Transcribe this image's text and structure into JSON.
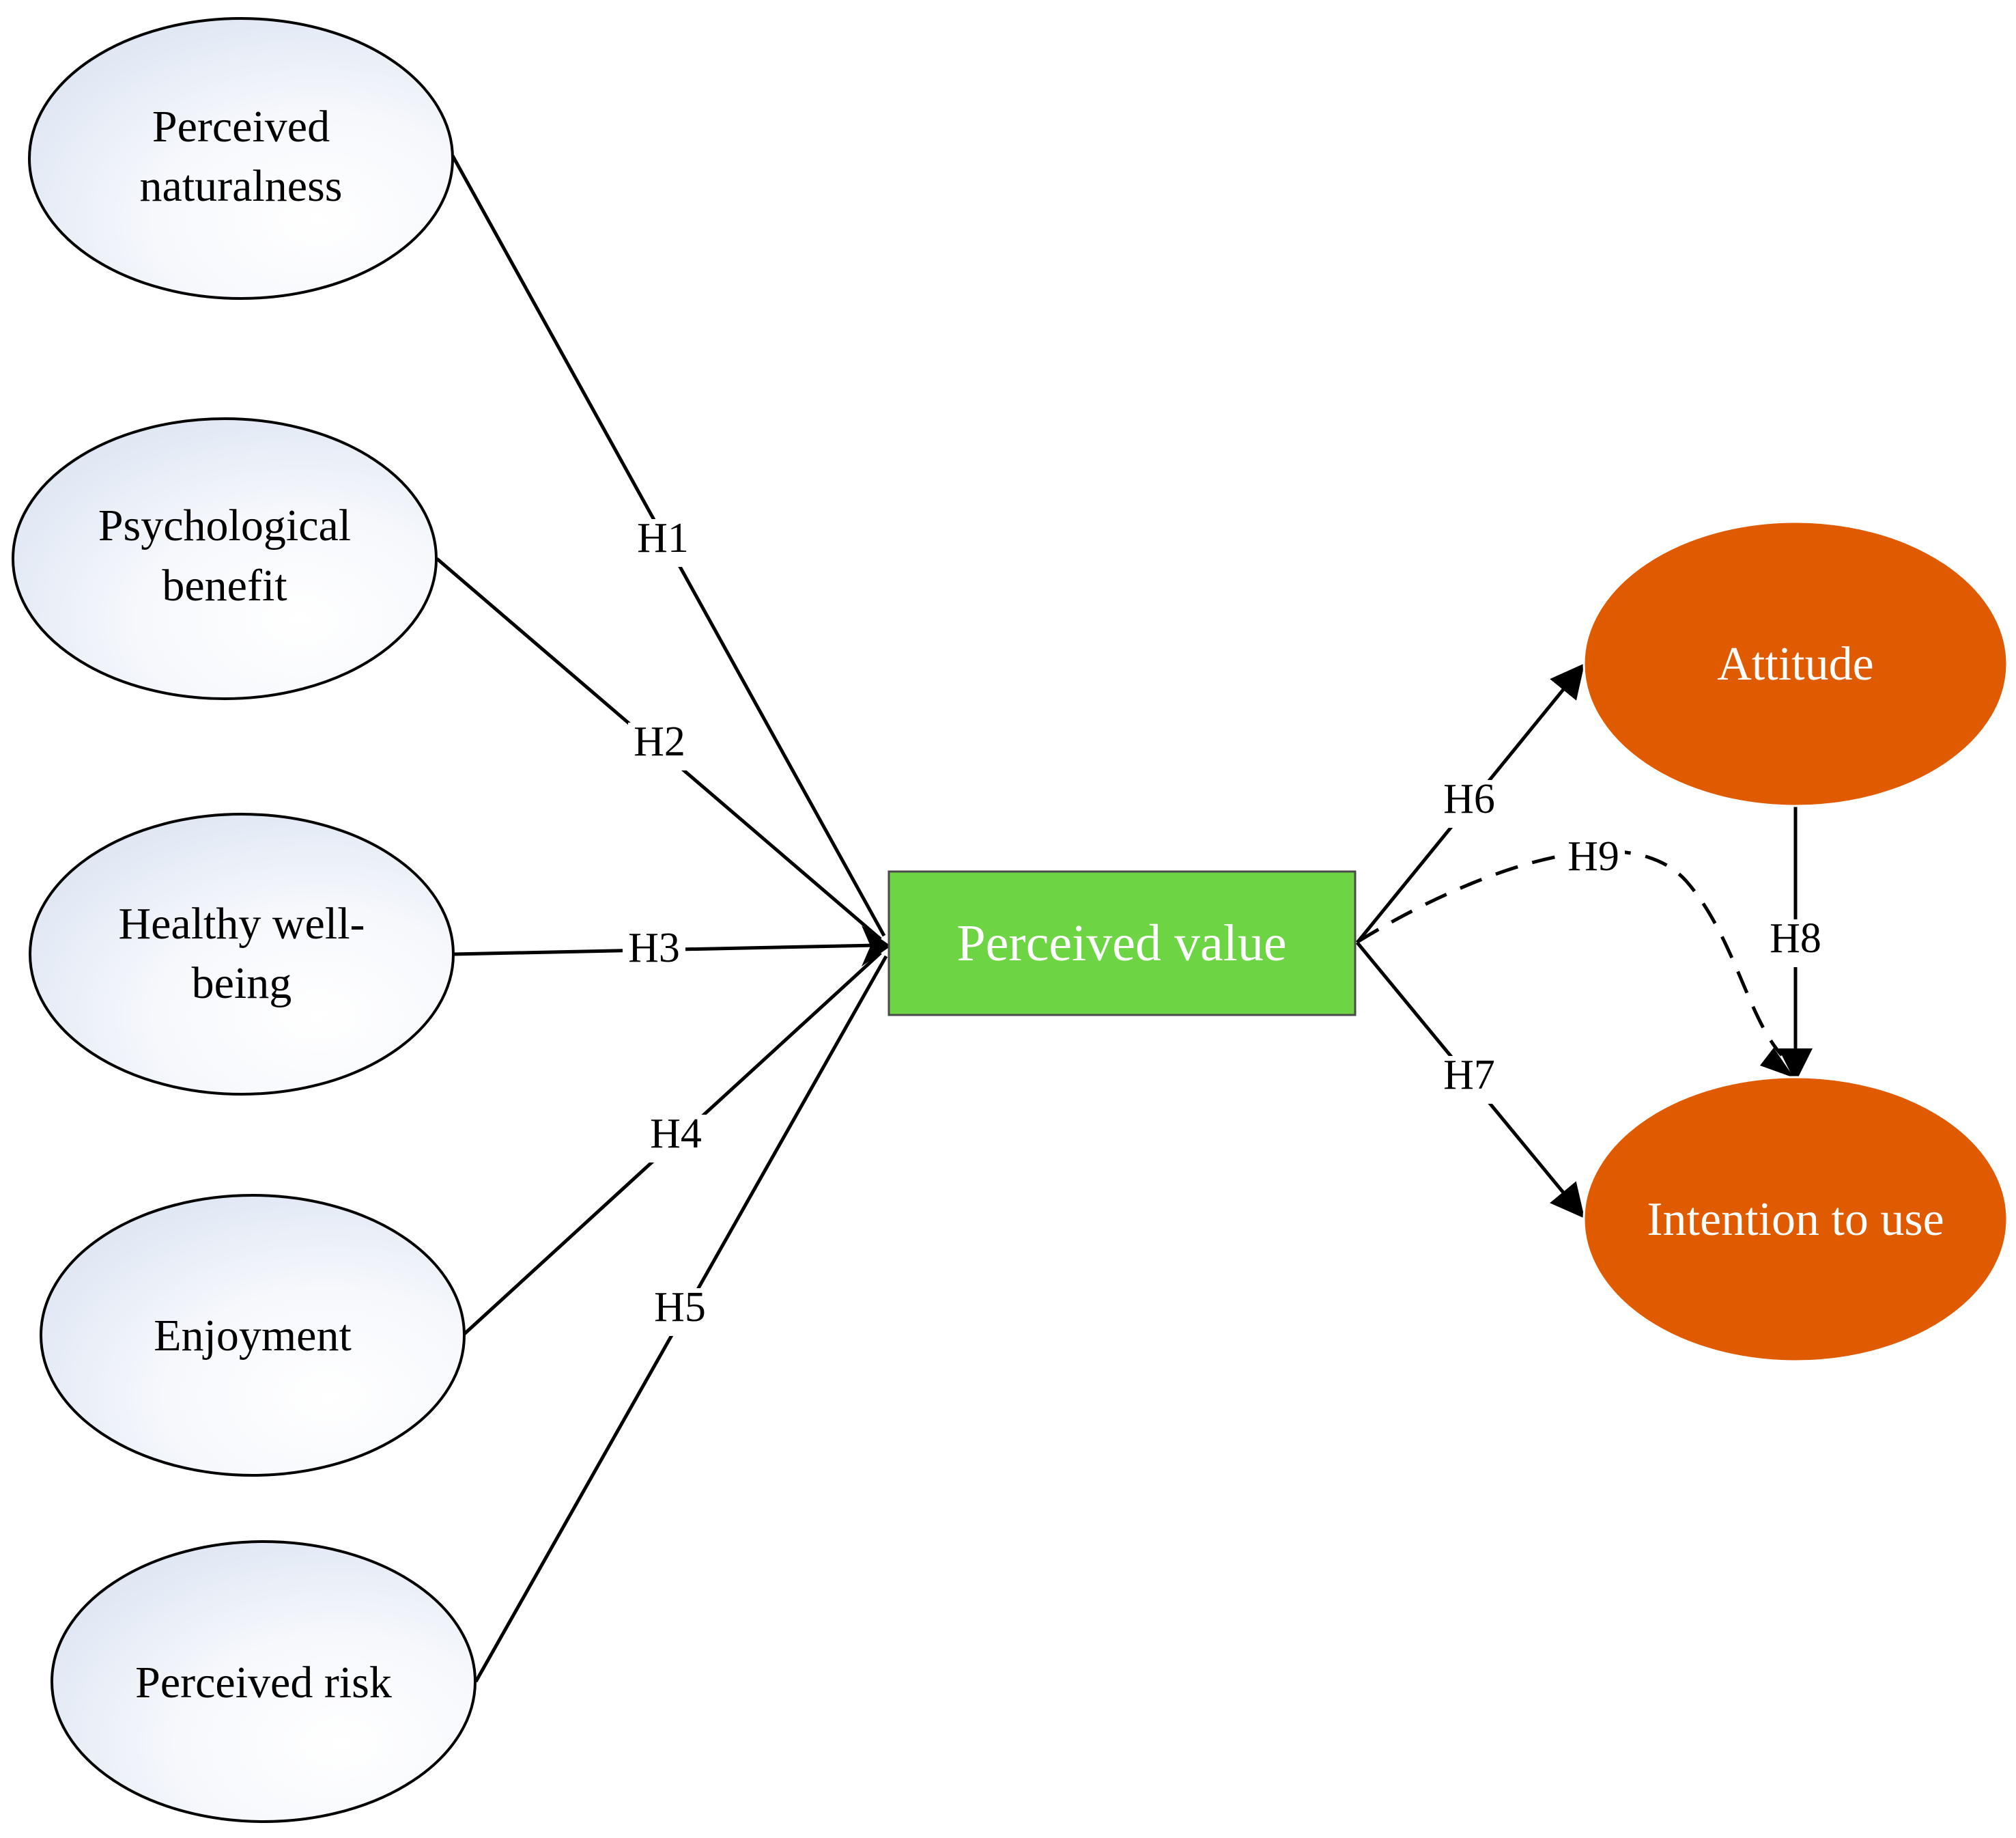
{
  "diagram": {
    "nodes": {
      "perceived_naturalness": {
        "line1": "Perceived",
        "line2": "naturalness"
      },
      "psychological_benefit": {
        "line1": "Psychological",
        "line2": "benefit"
      },
      "healthy_well_being": {
        "line1": "Healthy well-",
        "line2": "being"
      },
      "enjoyment": {
        "label": "Enjoyment"
      },
      "perceived_risk": {
        "label": "Perceived risk"
      },
      "perceived_value": {
        "label": "Perceived value"
      },
      "attitude": {
        "label": "Attitude"
      },
      "intention_to_use": {
        "label": "Intention to use"
      }
    },
    "edges": [
      {
        "id": "H1",
        "label": "H1",
        "from": "Perceived naturalness",
        "to": "Perceived value",
        "style": "solid"
      },
      {
        "id": "H2",
        "label": "H2",
        "from": "Psychological benefit",
        "to": "Perceived value",
        "style": "solid"
      },
      {
        "id": "H3",
        "label": "H3",
        "from": "Healthy well-being",
        "to": "Perceived value",
        "style": "solid"
      },
      {
        "id": "H4",
        "label": "H4",
        "from": "Enjoyment",
        "to": "Perceived value",
        "style": "solid"
      },
      {
        "id": "H5",
        "label": "H5",
        "from": "Perceived risk",
        "to": "Perceived value",
        "style": "solid"
      },
      {
        "id": "H6",
        "label": "H6",
        "from": "Perceived value",
        "to": "Attitude",
        "style": "solid"
      },
      {
        "id": "H7",
        "label": "H7",
        "from": "Perceived value",
        "to": "Intention to use",
        "style": "solid"
      },
      {
        "id": "H8",
        "label": "H8",
        "from": "Attitude",
        "to": "Intention to use",
        "style": "solid"
      },
      {
        "id": "H9",
        "label": "H9",
        "from": "Perceived value",
        "to": "Intention to use",
        "style": "dashed"
      }
    ],
    "colors": {
      "input_fill_light": "#ffffff",
      "input_fill_tint": "#dfe7f3",
      "perceived_value_fill": "#6dd444",
      "outcome_fill": "#e05a00",
      "line": "#000000"
    }
  }
}
